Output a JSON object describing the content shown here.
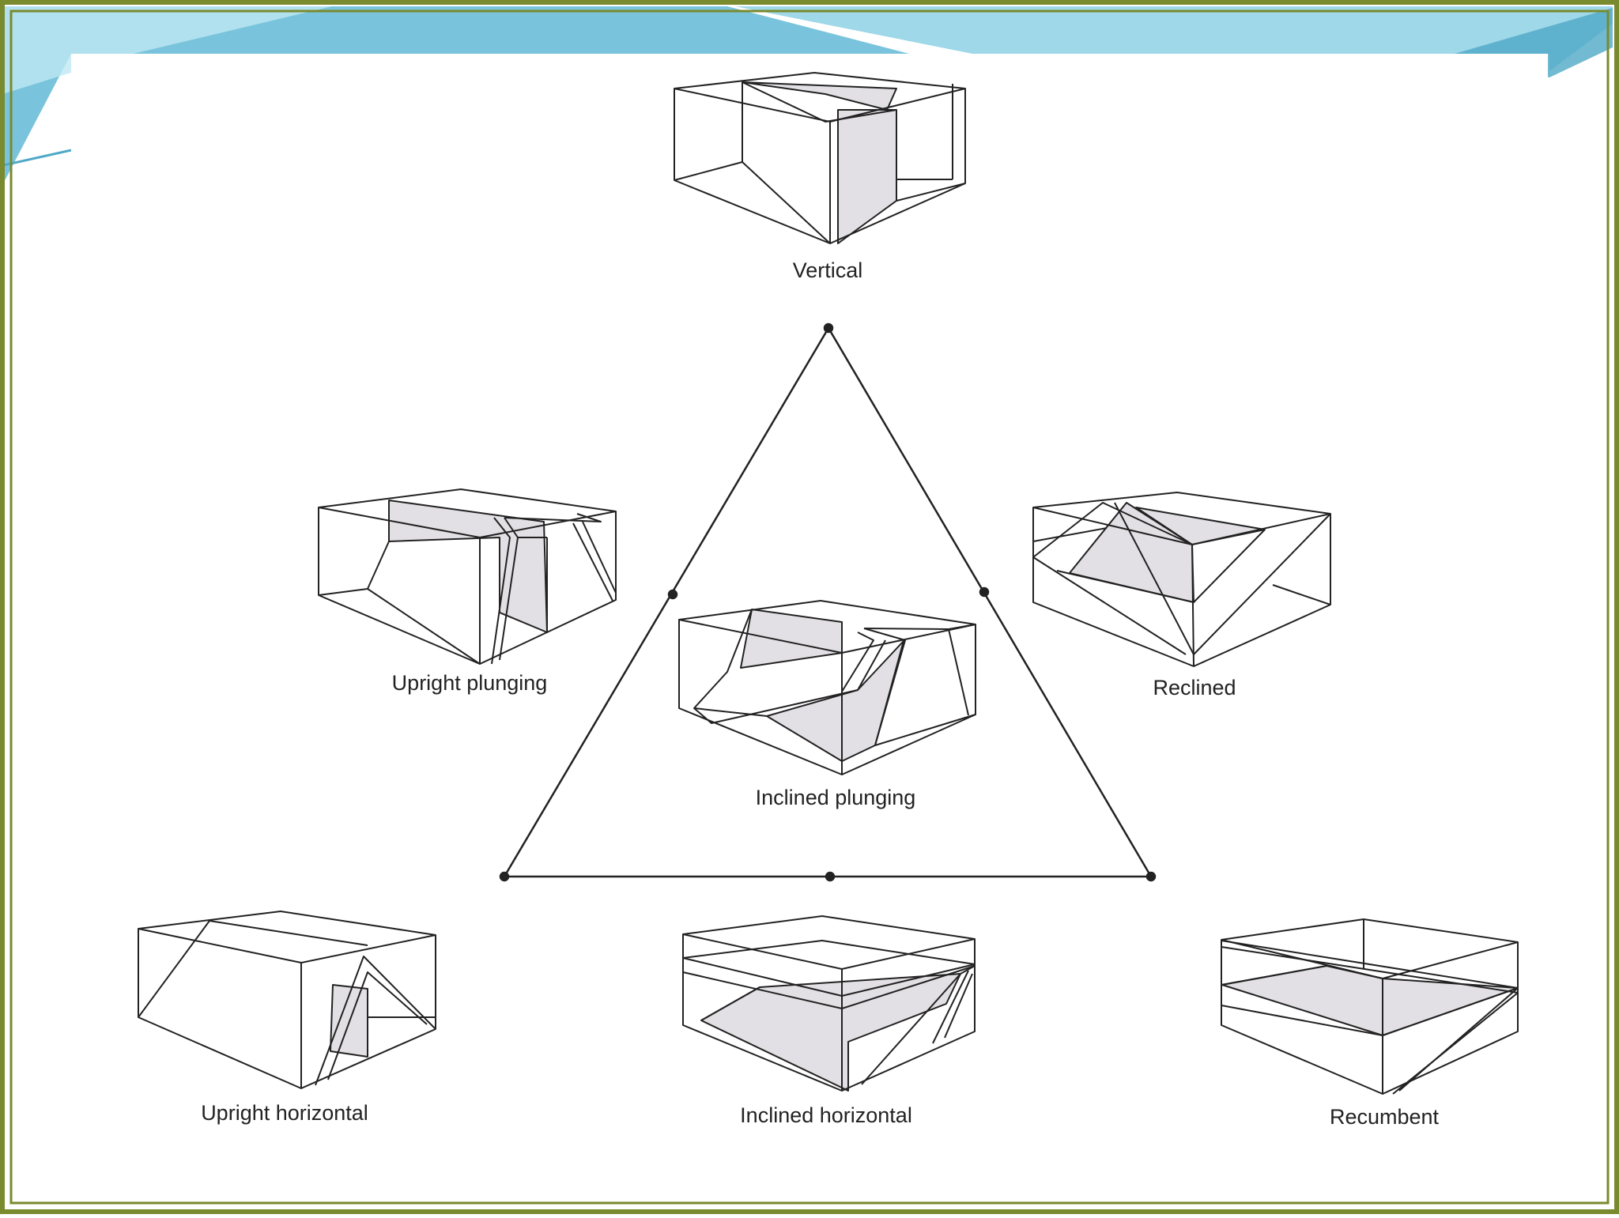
{
  "colors": {
    "frame": "#7a8a2e",
    "ribbon_light": "#bfe9f3",
    "ribbon": "#79c4dc",
    "ribbon_dark": "#4fa9c7",
    "line": "#222222",
    "fold_fill": "#e2e0e4"
  },
  "labels": {
    "vertical": "Vertical",
    "upright_plunging": "Upright plunging",
    "reclined": "Reclined",
    "inclined_plunging": "Inclined plunging",
    "upright_horizontal": "Upright horizontal",
    "inclined_horizontal": "Inclined horizontal",
    "recumbent": "Recumbent"
  }
}
